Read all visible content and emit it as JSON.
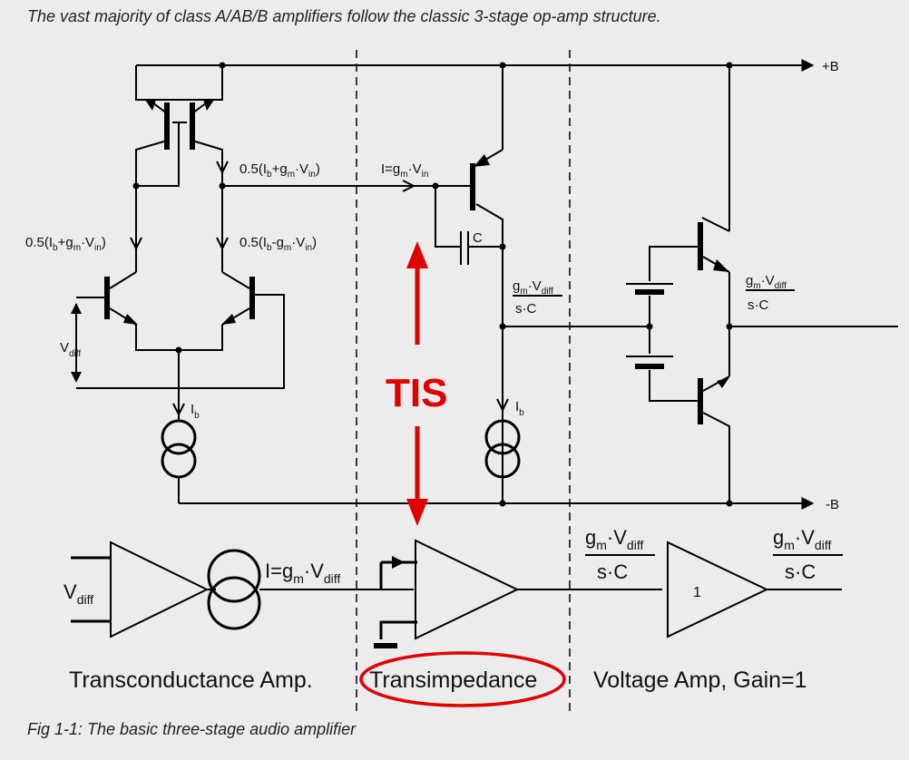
{
  "caption_top": "The vast majority of class A/AB/B amplifiers follow the classic 3-stage op-amp structure.",
  "caption_bottom": "Fig 1-1: The basic three-stage audio amplifier",
  "rails": {
    "positive": "+B",
    "negative": "-B"
  },
  "schematic_labels": {
    "half_plus_prefix": "0.5(I",
    "half_plus_mid": "+g",
    "half_minus_mid": "-g",
    "dot": "·V",
    "close": ")",
    "sub_b": "b",
    "sub_m": "m",
    "sub_in": "in",
    "sub_diff": "diff",
    "i_eq": "I=g",
    "cap": "C",
    "v": "V",
    "i": "I",
    "gm_num": "g",
    "sc": "s·C"
  },
  "tis_label": "TIS",
  "block": {
    "vdiff_v": "V",
    "current": "I=g",
    "gain": "1"
  },
  "stages": {
    "transconductance": "Transconductance Amp.",
    "transimpedance": "Transimpedance",
    "voltage": "Voltage Amp, Gain=1"
  },
  "colors": {
    "highlight": "#e00000",
    "background": "#ececec",
    "line": "#000000"
  }
}
